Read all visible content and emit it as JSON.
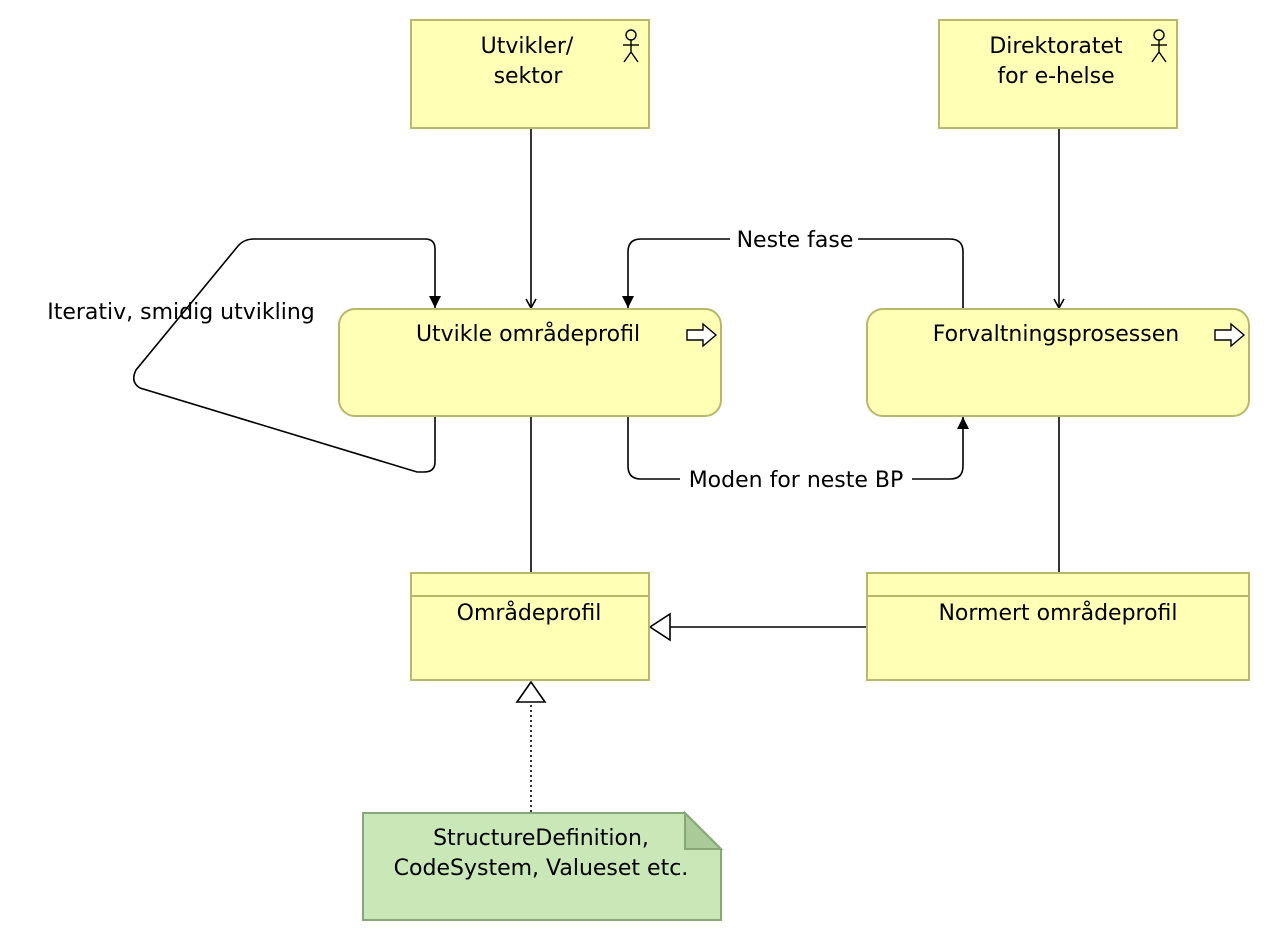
{
  "actors": {
    "utvikler": {
      "line1": "Utvikler/",
      "line2": "sektor"
    },
    "direktoratet": {
      "line1": "Direktoratet",
      "line2": "for e-helse"
    }
  },
  "processes": {
    "utvikle": "Utvikle områdeprofil",
    "forvaltning": "Forvaltningsprosessen"
  },
  "objects": {
    "omradeprofil": "Områdeprofil",
    "normert": "Normert områdeprofil"
  },
  "note": {
    "line1": "StructureDefinition,",
    "line2": "CodeSystem, Valueset etc."
  },
  "labels": {
    "iterativ": "Iterativ, smidig utvikling",
    "neste_fase": "Neste fase",
    "moden": "Moden for neste BP"
  },
  "colors": {
    "element_fill": "#ffffb5",
    "element_stroke": "#b8b86a",
    "note_fill": "#c9e7b7",
    "note_stroke": "#86a878"
  }
}
